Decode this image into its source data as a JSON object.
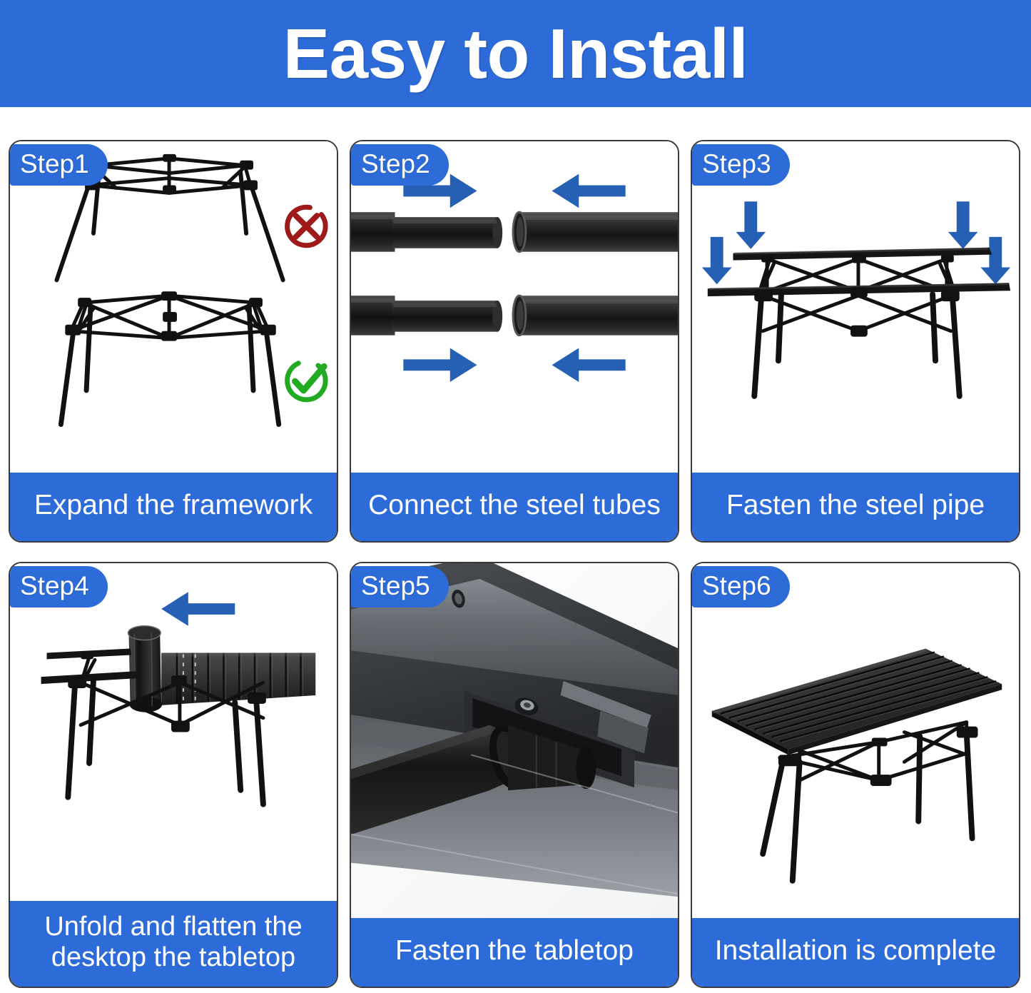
{
  "header": {
    "title": "Easy to Install",
    "background_color": "#2c6bd8",
    "text_color": "#ffffff"
  },
  "colors": {
    "brand_blue": "#2c6bd8",
    "arrow_blue": "#2560b5",
    "error_red": "#9e1a1a",
    "success_green": "#22aa22",
    "card_border": "#3a3a3a",
    "metal_black": "#1a1a1a",
    "card_background": "#ffffff"
  },
  "steps": [
    {
      "badge": "Step1",
      "caption": "Expand the framework",
      "illustration": "folding-table-frame-collapsed-and-expanded",
      "markers": [
        {
          "name": "cross-mark-icon",
          "type": "cross",
          "color": "#9e1a1a",
          "meaning": "incorrect"
        },
        {
          "name": "check-mark-icon",
          "type": "check",
          "color": "#22aa22",
          "meaning": "correct"
        }
      ]
    },
    {
      "badge": "Step2",
      "caption": "Connect the steel tubes",
      "illustration": "two-pairs-of-steel-tubes-joining",
      "arrows": [
        {
          "direction": "right",
          "row": "top"
        },
        {
          "direction": "left",
          "row": "top"
        },
        {
          "direction": "right",
          "row": "bottom"
        },
        {
          "direction": "left",
          "row": "bottom"
        }
      ]
    },
    {
      "badge": "Step3",
      "caption": "Fasten the steel pipe",
      "illustration": "table-frame-with-two-side-rails",
      "arrows": [
        {
          "direction": "down",
          "position": "upper-left"
        },
        {
          "direction": "down",
          "position": "upper-right"
        },
        {
          "direction": "down",
          "position": "lower-left"
        },
        {
          "direction": "down",
          "position": "lower-right"
        }
      ]
    },
    {
      "badge": "Step4",
      "caption": "Unfold and flatten the desktop the tabletop",
      "caption_lines": [
        "Unfold and flatten the",
        "desktop the tabletop"
      ],
      "illustration": "rolled-tabletop-being-unrolled-on-frame",
      "arrows": [
        {
          "direction": "left",
          "position": "above-tabletop"
        }
      ]
    },
    {
      "badge": "Step5",
      "caption": "Fasten the tabletop",
      "illustration": "closeup-photo-of-tube-locking-into-tabletop-rail"
    },
    {
      "badge": "Step6",
      "caption": "Installation is complete",
      "illustration": "fully-assembled-folding-camping-table"
    }
  ]
}
